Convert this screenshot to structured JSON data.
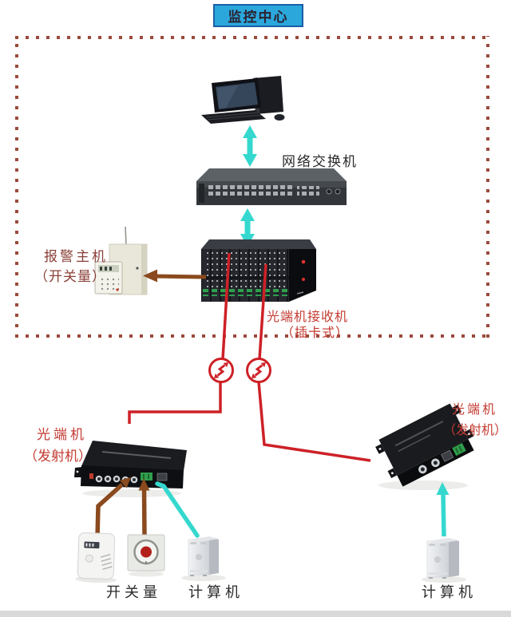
{
  "title": "监控中心",
  "monitoring_center": {
    "network_switch_label": "网络交换机",
    "alarm_host_label": [
      "报警主机",
      "（开关量）"
    ],
    "receiver_label": [
      "光端机接收机",
      "（插卡式）"
    ]
  },
  "field_devices": {
    "left_transmitter_label": [
      "光端机",
      "（发射机）"
    ],
    "right_transmitter_label": [
      "光端机",
      "（发射机）"
    ],
    "switch_signal_label": "开关量",
    "computer_label_left": "计算机",
    "computer_label_right": "计算机"
  },
  "colors": {
    "title_bg": "#2BA7DC",
    "title_border": "#1A5EA8",
    "dotted_border": "#9A4A3C",
    "fiber_line_red": "#CD2127",
    "network_link_cyan": "#35D8CE",
    "signal_line_brown": "#8A4A1E",
    "red_label": "#C43B32",
    "maroon_label": "#8A4037",
    "dark_label": "#2A2A2A",
    "terminal_green": "#2F9E4B"
  },
  "icons": {
    "fiber_link_symbol": "zigzag-double-arrow-in-circle",
    "network_link_symbol": "double-headed-vertical-arrow"
  }
}
